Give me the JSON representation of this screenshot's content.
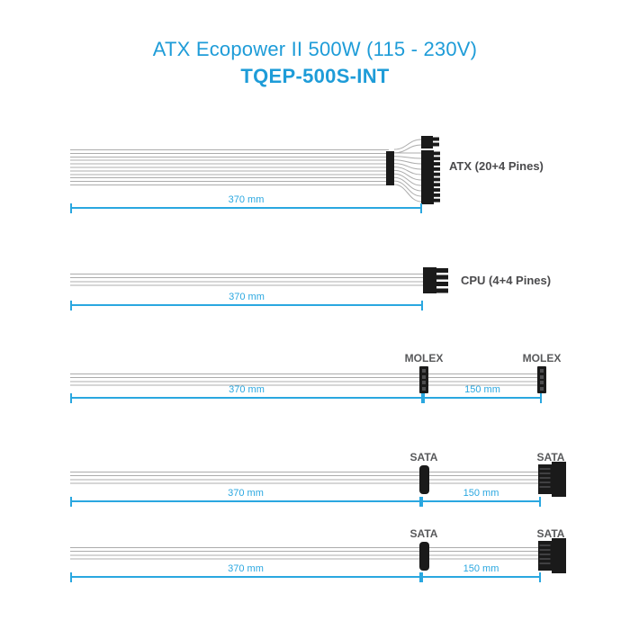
{
  "header": {
    "title": "ATX Ecopower II 500W (115 - 230V)",
    "model": "TQEP-500S-INT"
  },
  "colors": {
    "title_blue": "#1E9CD8",
    "dimension_blue": "#2AA7E0",
    "end_label_dark": "#4A4A4C",
    "plug_label_gray": "#58595B",
    "connector_black": "#1A1A1A",
    "wire_gray": "#ACACAC"
  },
  "cables": [
    {
      "name": "ATX",
      "label": "ATX (20+4 Pines)",
      "dim_main": "370 mm"
    },
    {
      "name": "CPU",
      "label": "CPU (4+4 Pines)",
      "dim_main": "370 mm"
    },
    {
      "name": "MOLEX",
      "mid_label": "MOLEX",
      "end_label": "MOLEX",
      "dim_main": "370 mm",
      "dim_ext": "150 mm"
    },
    {
      "name": "SATA",
      "mid_label": "SATA",
      "end_label": "SATA",
      "dim_main": "370 mm",
      "dim_ext": "150 mm"
    },
    {
      "name": "SATA",
      "mid_label": "SATA",
      "end_label": "SATA",
      "dim_main": "370 mm",
      "dim_ext": "150 mm"
    }
  ]
}
